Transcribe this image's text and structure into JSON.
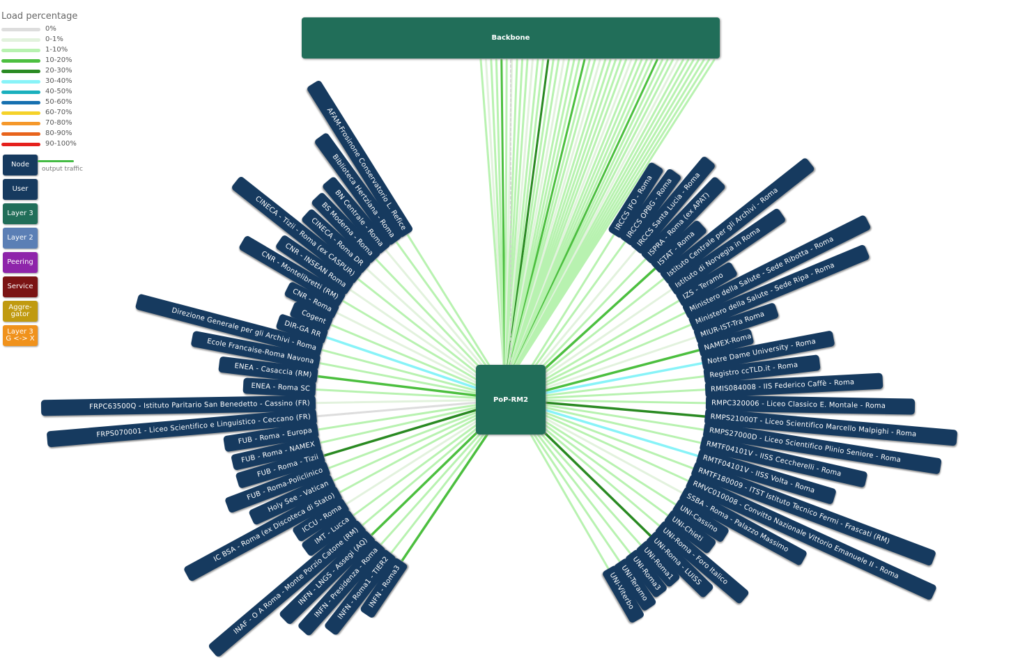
{
  "legend": {
    "title": "Load percentage",
    "levels": [
      {
        "label": "0%",
        "color": "#dddddd"
      },
      {
        "label": "0-1%",
        "color": "#e2f2dd"
      },
      {
        "label": "1-10%",
        "color": "#b8f2b0"
      },
      {
        "label": "10-20%",
        "color": "#4cbf3f"
      },
      {
        "label": "20-30%",
        "color": "#2a8a22"
      },
      {
        "label": "30-40%",
        "color": "#88f3f8"
      },
      {
        "label": "40-50%",
        "color": "#1ab0bd"
      },
      {
        "label": "50-60%",
        "color": "#1670b0"
      },
      {
        "label": "60-70%",
        "color": "#f5d22a"
      },
      {
        "label": "70-80%",
        "color": "#f5982a"
      },
      {
        "label": "80-90%",
        "color": "#e8641c"
      },
      {
        "label": "90-100%",
        "color": "#e5201c"
      }
    ],
    "output_traffic_label": "output traffic",
    "types": [
      {
        "label": "Node",
        "color": "#163a5f"
      },
      {
        "label": "User",
        "color": "#163a5f"
      },
      {
        "label": "Layer 3",
        "color": "#216e59"
      },
      {
        "label": "Layer 2",
        "color": "#5b7fb5"
      },
      {
        "label": "Peering",
        "color": "#8e24aa"
      },
      {
        "label": "Service",
        "color": "#7b1414"
      },
      {
        "label": "Aggre-\ngator",
        "color": "#c09a10"
      },
      {
        "label": "Layer 3\nG <-> X",
        "color": "#f0921c"
      }
    ]
  },
  "backbone_label": "Backbone",
  "pop_label": "PoP-RM2",
  "left_peers": [
    {
      "label": "AFAM-Frosinone Conservatorio L. Refice",
      "level": 2
    },
    {
      "label": "Biblioteca Hertziana - Roma",
      "level": 2
    },
    {
      "label": "BN Centrale - Roma",
      "level": 1
    },
    {
      "label": "BS Moderna - Roma",
      "level": 2
    },
    {
      "label": "CINECA - Roma DR",
      "level": 1
    },
    {
      "label": "CINECA - Tizii - Roma (ex CASPUR)",
      "level": 2
    },
    {
      "label": "CNR - INSEAN Roma",
      "level": 1
    },
    {
      "label": "CNR - Montelibretti (RM)",
      "level": 2
    },
    {
      "label": "CNR - Roma",
      "level": 1
    },
    {
      "label": "Cogent",
      "level": 2
    },
    {
      "label": "DIR-GA RR",
      "level": 5
    },
    {
      "label": "Direzione Generale per gli Archivi - Roma",
      "level": 2
    },
    {
      "label": "Ecole Francaise-Roma Navona",
      "level": 2
    },
    {
      "label": "ENEA - Casaccia (RM)",
      "level": 3
    },
    {
      "label": "ENEA - Roma SC",
      "level": 2
    },
    {
      "label": "FRPC63500Q - Istituto Paritario San Benedetto - Cassino (FR)",
      "level": 1
    },
    {
      "label": "FRPS070001 - Liceo Scientifico e Linguistico - Ceccano (FR)",
      "level": 0
    },
    {
      "label": "FUB - Roma - Europa",
      "level": 2
    },
    {
      "label": "FUB - Roma - NAMEX",
      "level": 2
    },
    {
      "label": "FUB - Roma - Tizii",
      "level": 4
    },
    {
      "label": "FUB - Roma-Policlinico",
      "level": 2
    },
    {
      "label": "Holy See - Vatican",
      "level": 2
    },
    {
      "label": "IC BSA - Roma (ex Discoteca di Stato)",
      "level": 2
    },
    {
      "label": "ICCU - Roma",
      "level": 1
    },
    {
      "label": "IMT - Lucca",
      "level": 2
    },
    {
      "label": "INAF - O A Roma - Monte Porzio Catone (RM)",
      "level": 2
    },
    {
      "label": "INFN - LNGS - Assegi (AQ)",
      "level": 3
    },
    {
      "label": "INFN - Presidenza - Roma",
      "level": 2
    },
    {
      "label": "INFN - Roma1 - TIER2",
      "level": 2
    },
    {
      "label": "INFN - Roma3",
      "level": 3
    }
  ],
  "right_peers": [
    {
      "label": "IRCCS IFO - Roma",
      "level": 2
    },
    {
      "label": "IRCCS OPBG - Roma",
      "level": 2
    },
    {
      "label": "IRCCS Santa Lucia - Roma",
      "level": 1
    },
    {
      "label": "ISPRA - Roma (ex APAT)",
      "level": 2
    },
    {
      "label": "ISTAT - Roma",
      "level": 3
    },
    {
      "label": "Istituto Centrale per gli Archivi - Roma",
      "level": 2
    },
    {
      "label": "Istituto di Norvegia in Roma",
      "level": 1
    },
    {
      "label": "IZS - Teramo",
      "level": 2
    },
    {
      "label": "Ministero della Salute - Sede Ribotta - Roma",
      "level": 2
    },
    {
      "label": "Ministero della Salute - Sede Ripa - Roma",
      "level": 2
    },
    {
      "label": "MIUR-IST-Tra Roma",
      "level": 1
    },
    {
      "label": "NAMEX-Roma",
      "level": 3
    },
    {
      "label": "Notre Dame University - Roma",
      "level": 5
    },
    {
      "label": "Registro ccTLD.it - Roma",
      "level": 2
    },
    {
      "label": "RMIS084008 - IIS Federico Caffè - Roma",
      "level": 2
    },
    {
      "label": "RMPC320006 - Liceo Classico E. Montale - Roma",
      "level": 2
    },
    {
      "label": "RMPS21000T - Liceo Scientifico Marcello Malpighi - Roma",
      "level": 4
    },
    {
      "label": "RMPS27000D - Liceo Scientifico Plinio Seniore - Roma",
      "level": 2
    },
    {
      "label": "RMTF04101V - IISS Ceccherelli - Roma",
      "level": 2
    },
    {
      "label": "RMTF04101V - IISS Volta - Roma",
      "level": 5
    },
    {
      "label": "RMTF180009 - ITST Istituto Tecnico Fermi - Frascati (RM)",
      "level": 2
    },
    {
      "label": "RMVC010008 - Convitto Nazionale Vittorio Emanuele II - Roma",
      "level": 2
    },
    {
      "label": "SSBA - Roma - Palazzo Massimo",
      "level": 1
    },
    {
      "label": "UNI-Cassino",
      "level": 2
    },
    {
      "label": "UNI-Chieti",
      "level": 2
    },
    {
      "label": "UNI-Roma - Foro Italico",
      "level": 2
    },
    {
      "label": "UNI-Roma - LUISS",
      "level": 4
    },
    {
      "label": "UNI-Roma1",
      "level": 2
    },
    {
      "label": "UNI-Roma3",
      "level": 2
    },
    {
      "label": "UNI-Teramo",
      "level": 2
    },
    {
      "label": "UNI-Viterbo",
      "level": 2
    }
  ]
}
